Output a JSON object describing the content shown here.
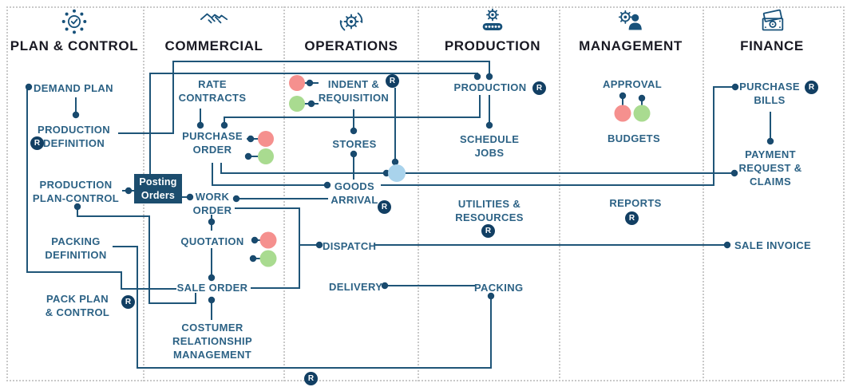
{
  "colors": {
    "line": "#1f5578",
    "dot": "#194a6e",
    "label": "#2c6285",
    "badge": "#123f63",
    "title": "#191923",
    "box": "#1c4d6e",
    "pink": "#f5908e",
    "green": "#a9db90",
    "blue": "#a9d3ec",
    "divider": "#c9c9c9",
    "background": "#ffffff"
  },
  "badge": {
    "r": "R"
  },
  "columns": [
    {
      "title": "PLAN & CONTROL",
      "icon": "plan-control-icon"
    },
    {
      "title": "COMMERCIAL",
      "icon": "handshake-icon"
    },
    {
      "title": "OPERATIONS",
      "icon": "gear-cycle-icon"
    },
    {
      "title": "PRODUCTION",
      "icon": "gear-conveyor-icon"
    },
    {
      "title": "MANAGEMENT",
      "icon": "gear-person-icon"
    },
    {
      "title": "FINANCE",
      "icon": "banknotes-icon"
    }
  ],
  "nodes": {
    "demand_plan": {
      "label": "DEMAND PLAN"
    },
    "production_definition": {
      "label": "PRODUCTION\nDEFINITION"
    },
    "production_plan_control": {
      "label": "PRODUCTION\nPLAN-CONTROL"
    },
    "posting_orders": {
      "label": "Posting\nOrders"
    },
    "packing_definition": {
      "label": "PACKING\nDEFINITION"
    },
    "pack_plan_control": {
      "label": "PACK PLAN\n& CONTROL"
    },
    "rate_contracts": {
      "label": "RATE\nCONTRACTS"
    },
    "purchase_order": {
      "label": "PURCHASE\nORDER"
    },
    "work_order": {
      "label": "WORK\nORDER"
    },
    "quotation": {
      "label": "QUOTATION"
    },
    "sale_order": {
      "label": "SALE ORDER"
    },
    "customer_relationship_management": {
      "label": "COSTUMER\nRELATIONSHIP\nMANAGEMENT"
    },
    "indent_requisition": {
      "label": "INDENT &\nREQUISITION"
    },
    "stores": {
      "label": "STORES"
    },
    "goods_arrival": {
      "label": "GOODS\nARRIVAL"
    },
    "dispatch": {
      "label": "DISPATCH"
    },
    "delivery": {
      "label": "DELIVERY"
    },
    "production": {
      "label": "PRODUCTION"
    },
    "schedule_jobs": {
      "label": "SCHEDULE\nJOBS"
    },
    "utilities_resources": {
      "label": "UTILITIES &\nRESOURCES"
    },
    "packing": {
      "label": "PACKING"
    },
    "approval": {
      "label": "APPROVAL"
    },
    "budgets": {
      "label": "BUDGETS"
    },
    "reports": {
      "label": "REPORTS"
    },
    "purchase_bills": {
      "label": "PURCHASE\nBILLS"
    },
    "payment_request_claims": {
      "label": "PAYMENT\nREQUEST &\nCLAIMS"
    },
    "sale_invoice": {
      "label": "SALE INVOICE"
    }
  }
}
